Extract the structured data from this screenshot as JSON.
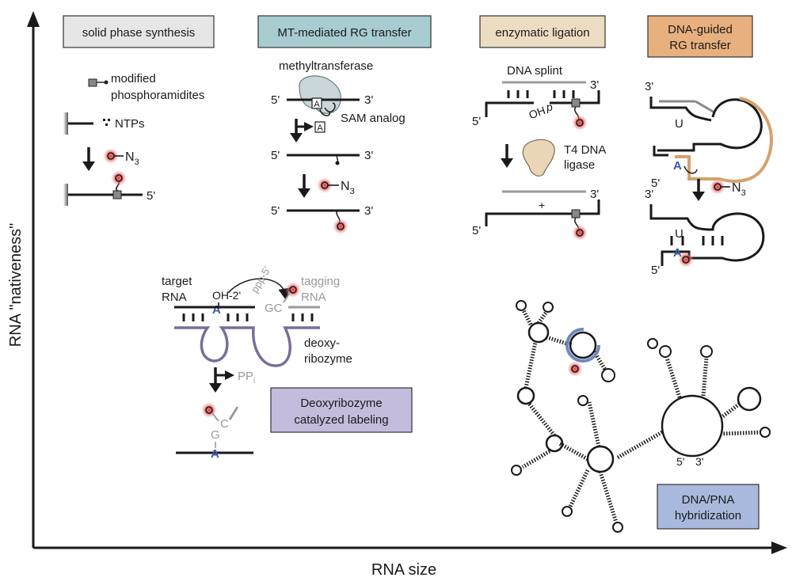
{
  "axes": {
    "x_label": "RNA size",
    "y_label": "RNA \"nativeness\""
  },
  "methods": {
    "solid_phase": {
      "title": "solid phase synthesis",
      "color": "#e6e6e6",
      "modified": "modified",
      "phosphoramidites": "phosphoramidites",
      "ntps": "NTPs",
      "n3": "N",
      "n3_sub": "3",
      "five_prime": "5'"
    },
    "mt": {
      "title": "MT-mediated RG transfer",
      "color": "#a7cdd0",
      "enzyme": "methyltransferase",
      "sam": "SAM analog",
      "a": "A",
      "five_prime": "5'",
      "three_prime": "3'",
      "n3": "N",
      "n3_sub": "3"
    },
    "ligation": {
      "title": "enzymatic ligation",
      "color": "#ecdcc2",
      "splint": "DNA splint",
      "oh": "OH",
      "p": "p",
      "t4_line1": "T4 DNA",
      "t4_line2": "ligase",
      "plus": "+",
      "five_prime": "5'",
      "three_prime": "3'"
    },
    "dna_guided": {
      "title_line1": "DNA-guided",
      "title_line2": "RG transfer",
      "color": "#e8b07e",
      "u": "U",
      "a": "A",
      "n3": "N",
      "n3_sub": "3",
      "five_prime": "5'",
      "three_prime": "3'"
    },
    "deoxyribozyme": {
      "title_line1": "Deoxyribozyme",
      "title_line2": "catalyzed labeling",
      "color": "#c3bcdd",
      "target_line1": "target",
      "target_line2": "RNA",
      "oh2": "OH-2'",
      "a": "A",
      "ppp": "ppp-5'",
      "gc": "GC",
      "tagging_line1": "tagging",
      "tagging_line2": "RNA",
      "deoxy_line1": "deoxy-",
      "deoxy_line2": "ribozyme",
      "ppi": "PP",
      "ppi_sub": "i",
      "c": "C",
      "g": "G"
    },
    "hybridization": {
      "title_line1": "DNA/PNA",
      "title_line2": "hybridization",
      "color": "#a9b9dd",
      "five_prime": "5'",
      "three_prime": "3'"
    }
  }
}
